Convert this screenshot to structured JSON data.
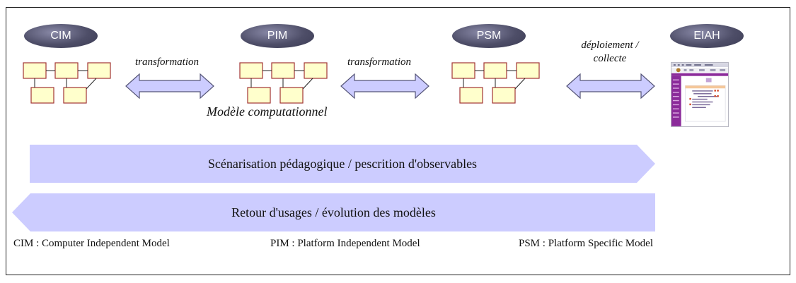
{
  "stages": [
    {
      "id": "cim",
      "label": "CIM"
    },
    {
      "id": "pim",
      "label": "PIM"
    },
    {
      "id": "psm",
      "label": "PSM"
    },
    {
      "id": "eiah",
      "label": "EIAH"
    }
  ],
  "arrows": [
    {
      "label": "transformation"
    },
    {
      "label": "transformation"
    },
    {
      "label": "déploiement /\ncollecte"
    }
  ],
  "computational_model_label": "Modèle computationnel",
  "bands": {
    "forward": "Scénarisation pédagogique / pescrition d'observables",
    "backward": "Retour d'usages / évolution des modèles"
  },
  "legend": {
    "cim": "CIM : Computer Independent Model",
    "pim": "PIM : Platform Independent Model",
    "psm": "PSM : Platform Specific Model"
  },
  "colors": {
    "box_fill": "#ffffcc",
    "box_stroke": "#a23434",
    "arrow_fill": "#ccccff",
    "arrow_stroke": "#555577",
    "band_fill": "#ccccff",
    "ellipse": "#4e4e68",
    "screenshot_accent": "#8b2a9a"
  }
}
